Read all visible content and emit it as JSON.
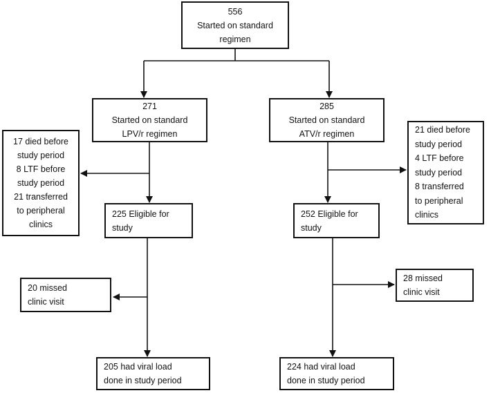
{
  "top": {
    "lines": [
      "556",
      "Started on standard",
      "regimen"
    ]
  },
  "lpv": {
    "start": {
      "lines": [
        "271",
        "Started on standard",
        "LPV/r regimen"
      ]
    },
    "excluded": {
      "lines": [
        "17 died before",
        "study period",
        "8 LTF before",
        "study period",
        "21 transferred",
        "to peripheral",
        "clinics"
      ]
    },
    "eligible": {
      "lines": [
        "225 Eligible for",
        "study"
      ]
    },
    "missed": {
      "lines": [
        "20 missed",
        "clinic visit"
      ]
    },
    "final": {
      "lines": [
        "205 had viral load",
        "done in study period"
      ]
    }
  },
  "atv": {
    "start": {
      "lines": [
        "285",
        "Started on standard",
        "ATV/r regimen"
      ]
    },
    "excluded": {
      "lines": [
        "21 died before",
        "study period",
        "4 LTF before",
        "study period",
        "8 transferred",
        "to peripheral",
        "clinics"
      ]
    },
    "eligible": {
      "lines": [
        "252 Eligible for",
        "study"
      ]
    },
    "missed": {
      "lines": [
        "28 missed",
        "clinic visit"
      ]
    },
    "final": {
      "lines": [
        "224 had viral load",
        "done in study period"
      ]
    }
  }
}
